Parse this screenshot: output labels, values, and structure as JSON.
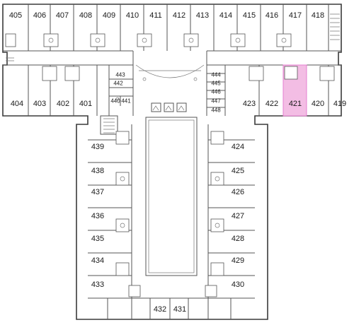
{
  "floor_plan": {
    "highlight_color": "#f3bde4",
    "highlighted_room": "421",
    "rooms_north": [
      "405",
      "406",
      "407",
      "408",
      "409",
      "410",
      "411",
      "412",
      "413",
      "414",
      "415",
      "416",
      "417",
      "418"
    ],
    "rooms_south_west": [
      "404",
      "403",
      "402",
      "401"
    ],
    "rooms_south_east": [
      "423",
      "422",
      "421",
      "420",
      "419"
    ],
    "service_rooms": [
      "443",
      "442",
      "440",
      "441",
      "444",
      "445",
      "446",
      "447",
      "448"
    ],
    "rooms_wing_west": [
      "439",
      "438",
      "437",
      "436",
      "435",
      "434",
      "433"
    ],
    "rooms_wing_east": [
      "424",
      "425",
      "426",
      "427",
      "428",
      "429",
      "430"
    ],
    "rooms_wing_bottom": [
      "432",
      "431"
    ]
  }
}
